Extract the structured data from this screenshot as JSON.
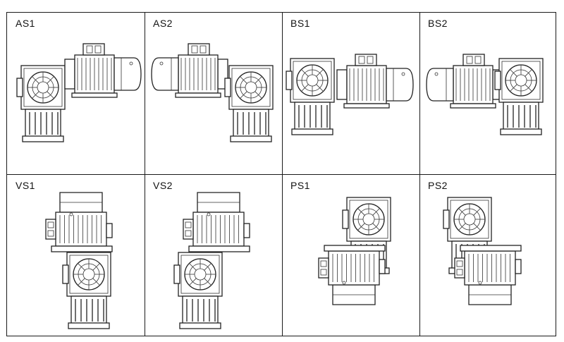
{
  "cells": [
    {
      "label": "AS1",
      "layout": "gearbox-left-motor-up"
    },
    {
      "label": "AS2",
      "layout": "gearbox-right-motor-up"
    },
    {
      "label": "BS1",
      "layout": "gearbox-left-motor-level"
    },
    {
      "label": "BS2",
      "layout": "gearbox-right-motor-level"
    },
    {
      "label": "VS1",
      "layout": "motor-top-gearbox-right"
    },
    {
      "label": "VS2",
      "layout": "motor-top-gearbox-left"
    },
    {
      "label": "PS1",
      "layout": "gearbox-top-motor-down"
    },
    {
      "label": "PS2",
      "layout": "gearbox-top-motor-down-mirror"
    }
  ],
  "colors": {
    "line": "#222222",
    "background": "#ffffff"
  }
}
